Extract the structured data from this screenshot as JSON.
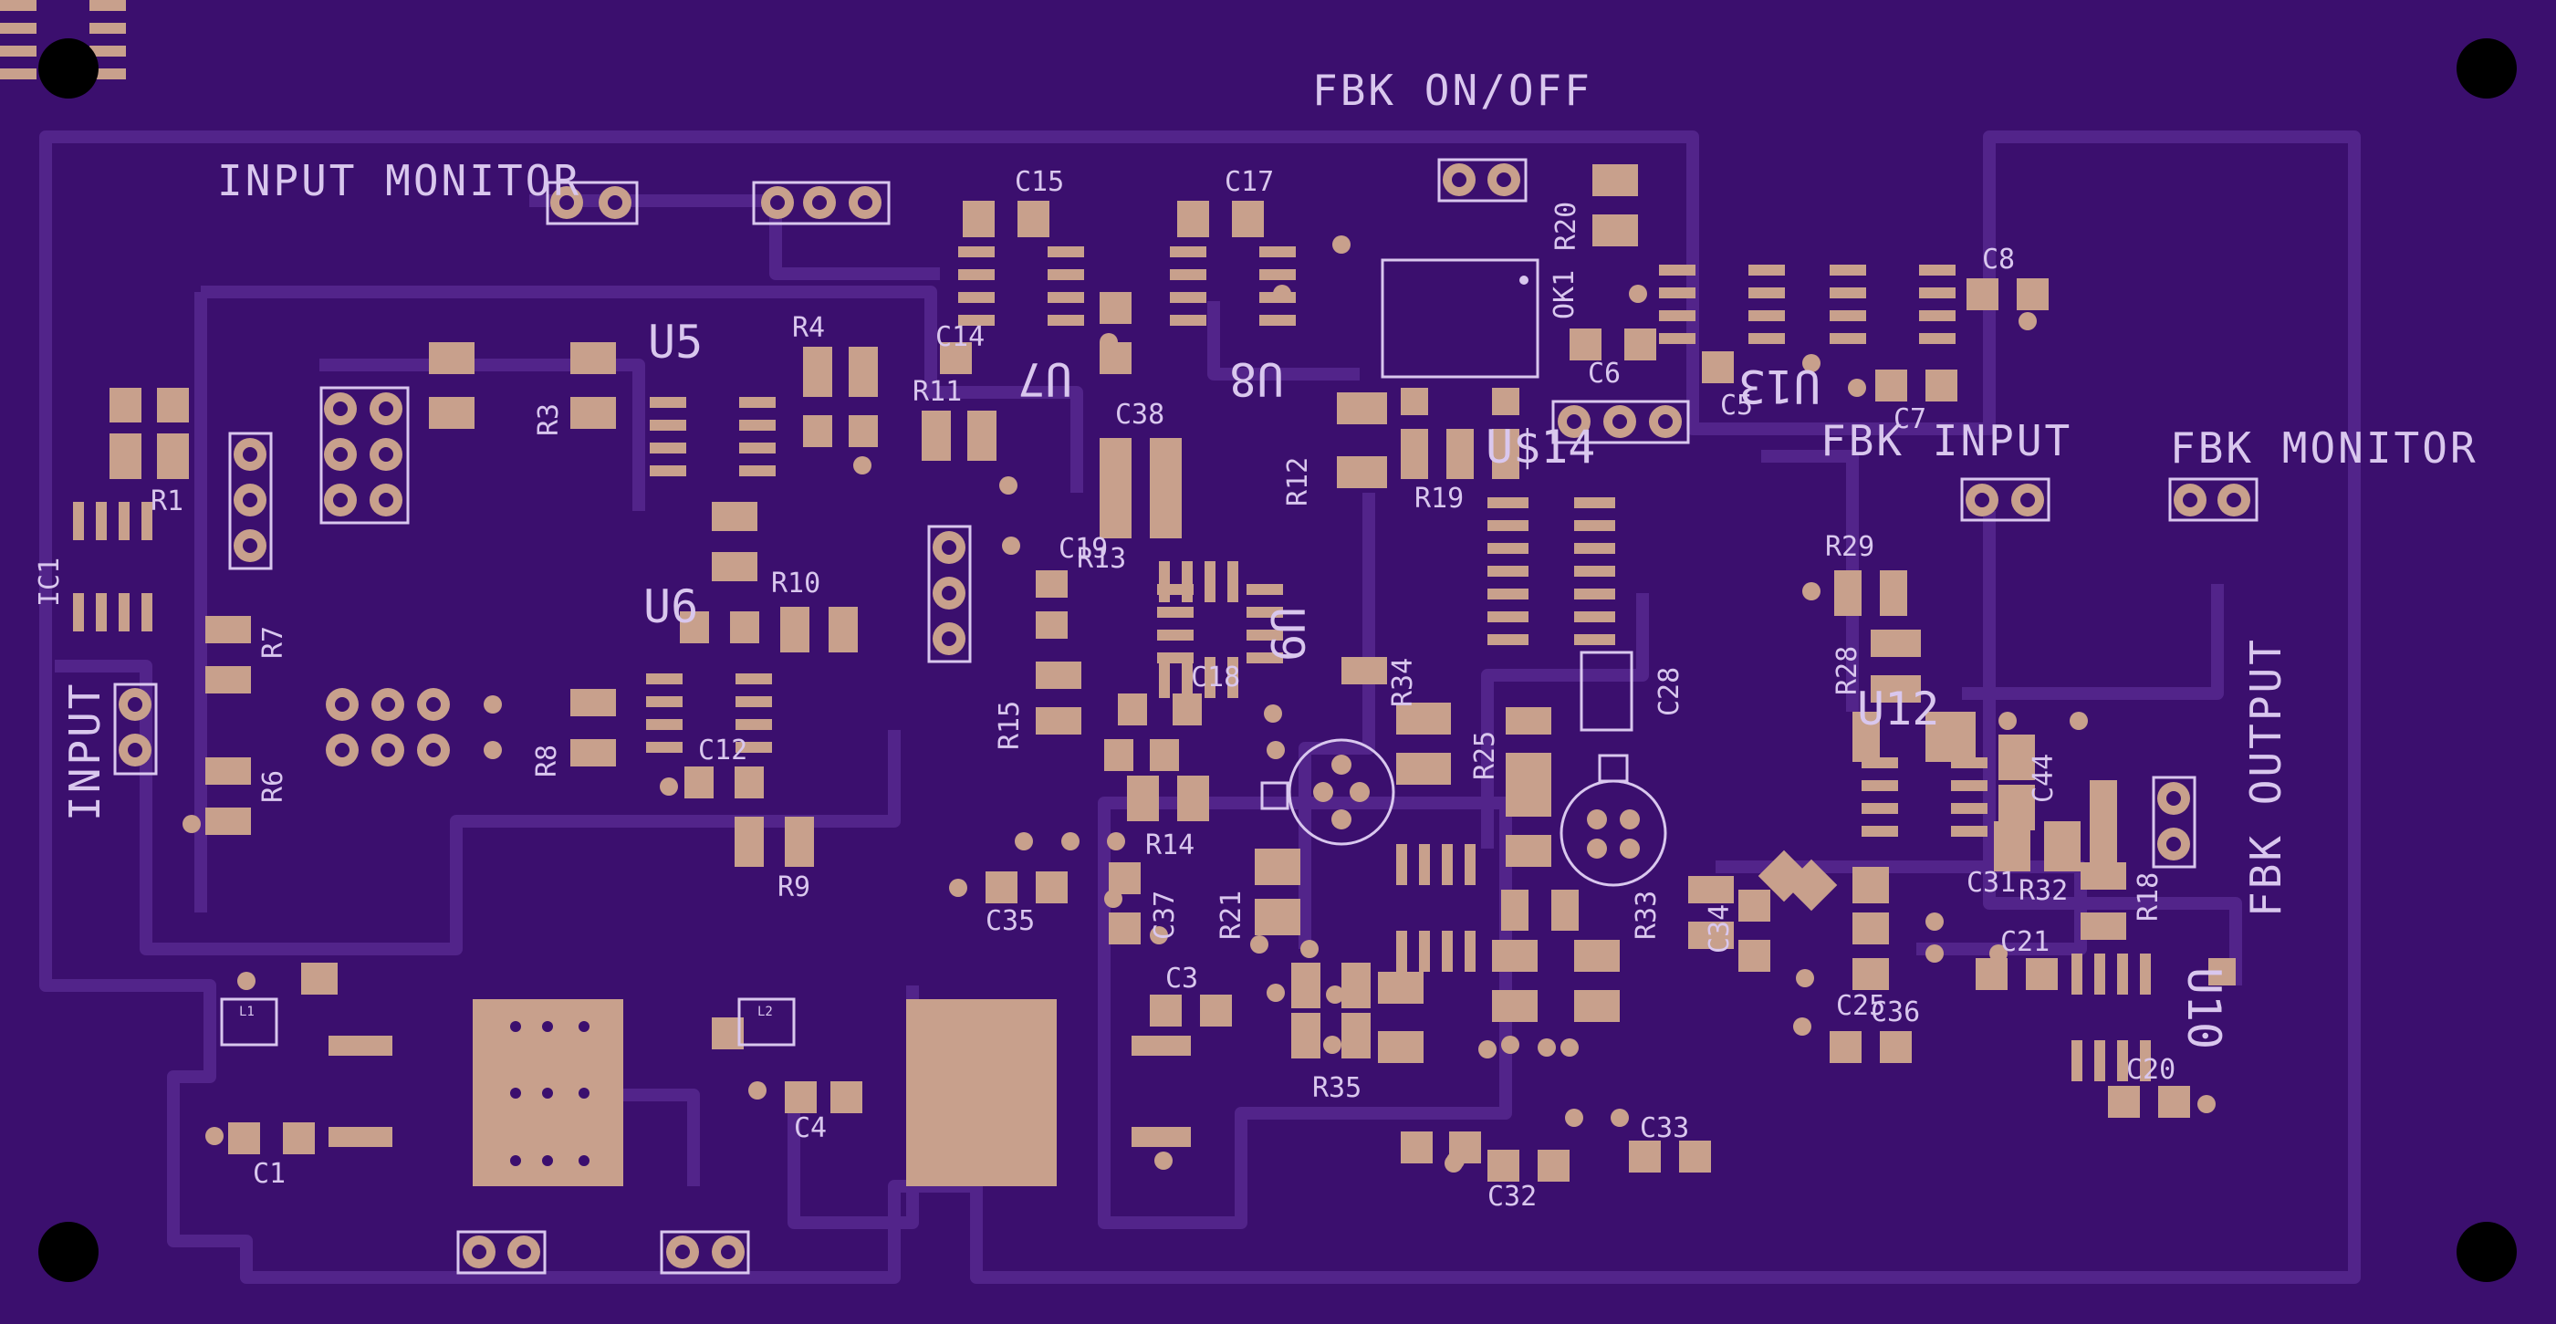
{
  "board": {
    "colors": {
      "substrate": "#3b0f6e",
      "trace": "#52248a",
      "pad": "#c8a08c",
      "silkscreen": "#d9c7ee",
      "hole": "#000000"
    }
  },
  "labels": {
    "fbk_on_off": "FBK ON/OFF",
    "input_monitor": "INPUT MONITOR",
    "fbk_input": "FBK INPUT",
    "fbk_monitor": "FBK MONITOR",
    "fbk_output": "FBK OUTPUT",
    "input": "INPUT"
  },
  "designators": {
    "U5": "U5",
    "U6": "U6",
    "U7": "U7",
    "U8": "U8",
    "U9": "U9",
    "U10": "U10",
    "U12": "U12",
    "U13": "U13",
    "U14": "U$14",
    "IC1": "IC1",
    "OK1": "OK1"
  },
  "refs": {
    "R1": "R1",
    "R3": "R3",
    "R4": "R4",
    "R6": "R6",
    "R7": "R7",
    "R8": "R8",
    "R9": "R9",
    "R10": "R10",
    "R11": "R11",
    "R12": "R12",
    "R13": "R13",
    "R14": "R14",
    "R15": "R15",
    "R18": "R18",
    "R19": "R19",
    "R20": "R20",
    "R21": "R21",
    "R25": "R25",
    "R28": "R28",
    "R29": "R29",
    "R32": "R32",
    "R33": "R33",
    "R34": "R34",
    "R35": "R35",
    "C1": "C1",
    "C3": "C3",
    "C4": "C4",
    "C5": "C5",
    "C6": "C6",
    "C7": "C7",
    "C8": "C8",
    "C12": "C12",
    "C14": "C14",
    "C15": "C15",
    "C17": "C17",
    "C18": "C18",
    "C19": "C19",
    "C20": "C20",
    "C21": "C21",
    "C25": "C25",
    "C28": "C28",
    "C31": "C31",
    "C32": "C32",
    "C33": "C33",
    "C34": "C34",
    "C35": "C35",
    "C36": "C36",
    "C37": "C37",
    "C38": "C38",
    "C44": "C44",
    "L1": "L1",
    "L2": "L2"
  }
}
